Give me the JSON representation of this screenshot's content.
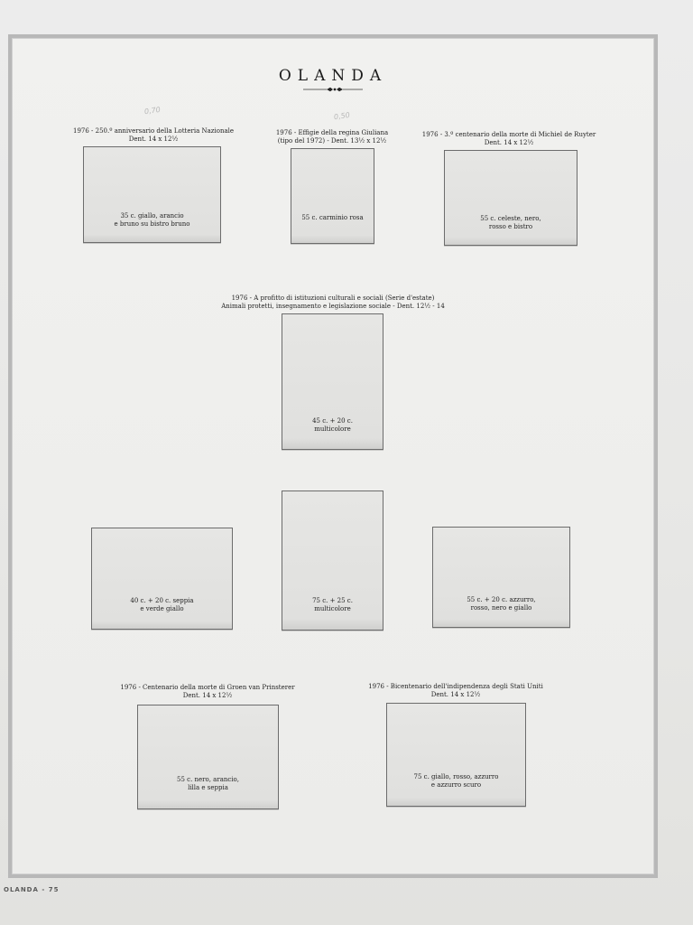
{
  "page": {
    "title": "OLANDA",
    "footer": "OLANDA - 75"
  },
  "pencil_notes": [
    "0,70",
    "0,50"
  ],
  "headers": {
    "lotteria": [
      "1976 - 250.º anniversario della Lotteria Nazionale",
      "Dent. 14 x 12½"
    ],
    "giuliana": [
      "1976 - Effigie della regina Giuliana",
      "(tipo del 1972) - Dent. 13½ x 12½"
    ],
    "ruyter": [
      "1976 - 3.º centenario della morte di Michiel de Ruyter",
      "Dent. 14 x 12½"
    ],
    "estate": [
      "1976 - A profitto di istituzioni culturali e sociali (Serie d'estate)",
      "Animali protetti, insegnamento e legislazione sociale - Dent. 12½ - 14"
    ],
    "prinsterer": [
      "1976 - Centenario della morte di Groen van Prinsterer",
      "Dent. 14 x 12½"
    ],
    "usa": [
      "1976 - Bicentenario dell'indipendenza degli Stati Uniti",
      "Dent. 14 x 12½"
    ]
  },
  "stamps": {
    "lotteria": [
      "35 c. giallo, arancio",
      "e bruno su bistro bruno"
    ],
    "giuliana": [
      "55 c. carminio rosa"
    ],
    "ruyter": [
      "55 c. celeste, nero,",
      "rosso e bistro"
    ],
    "estate_45": [
      "45 c. + 20 c.",
      "multicolore"
    ],
    "estate_40": [
      "40 c. + 20 c. seppia",
      "e verde giallo"
    ],
    "estate_75": [
      "75 c. + 25 c.",
      "multicolore"
    ],
    "estate_55": [
      "55 c. + 20 c. azzurro,",
      "rosso, nero e giallo"
    ],
    "prinsterer": [
      "55 c. nero, arancio,",
      "lilla e seppia"
    ],
    "usa": [
      "75 c. giallo, rosso, azzurro",
      "e azzurro scuro"
    ]
  }
}
